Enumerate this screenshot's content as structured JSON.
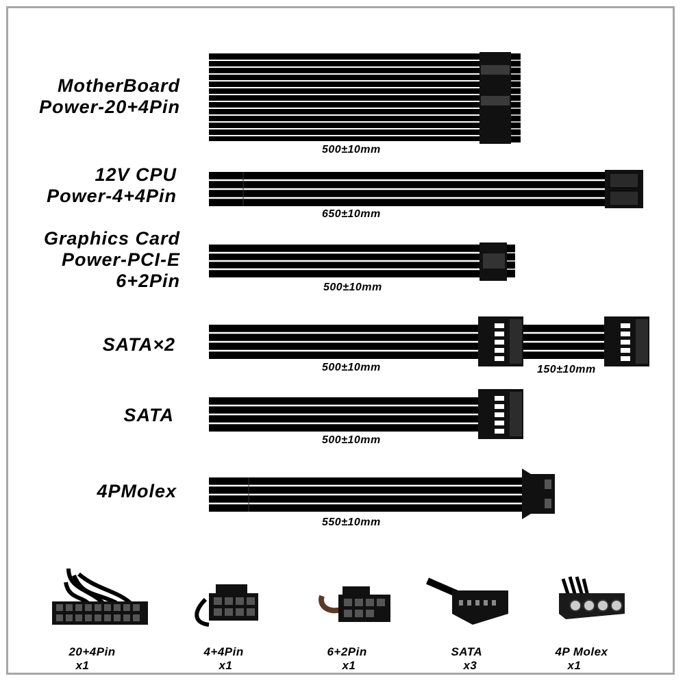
{
  "cables": [
    {
      "name_lines": [
        "MotherBoard",
        "Power-20+4Pin"
      ],
      "length": "500±10mm"
    },
    {
      "name_lines": [
        "12V CPU",
        "Power-4+4Pin"
      ],
      "length": "650±10mm"
    },
    {
      "name_lines": [
        "Graphics Card",
        "Power-PCI-E",
        "6+2Pin"
      ],
      "length": "500±10mm"
    },
    {
      "name_lines": [
        "SATA×2"
      ],
      "length": "500±10mm",
      "extra_length": "150±10mm"
    },
    {
      "name_lines": [
        "SATA"
      ],
      "length": "500±10mm"
    },
    {
      "name_lines": [
        "4PMolex"
      ],
      "length": "550±10mm"
    }
  ],
  "connectors": [
    {
      "label": "20+4Pin",
      "qty": "x1",
      "icon": "atx-24pin-connector-icon"
    },
    {
      "label": "4+4Pin",
      "qty": "x1",
      "icon": "eps-8pin-connector-icon"
    },
    {
      "label": "6+2Pin",
      "qty": "x1",
      "icon": "pcie-8pin-connector-icon"
    },
    {
      "label": "SATA",
      "qty": "x3",
      "icon": "sata-connector-icon"
    },
    {
      "label": "4P Molex",
      "qty": "x1",
      "icon": "molex-connector-icon"
    }
  ],
  "colors": {
    "cable": "#000000",
    "stripe": "#ffffff",
    "connector": "#111111",
    "frame": "#a6a6a6"
  }
}
